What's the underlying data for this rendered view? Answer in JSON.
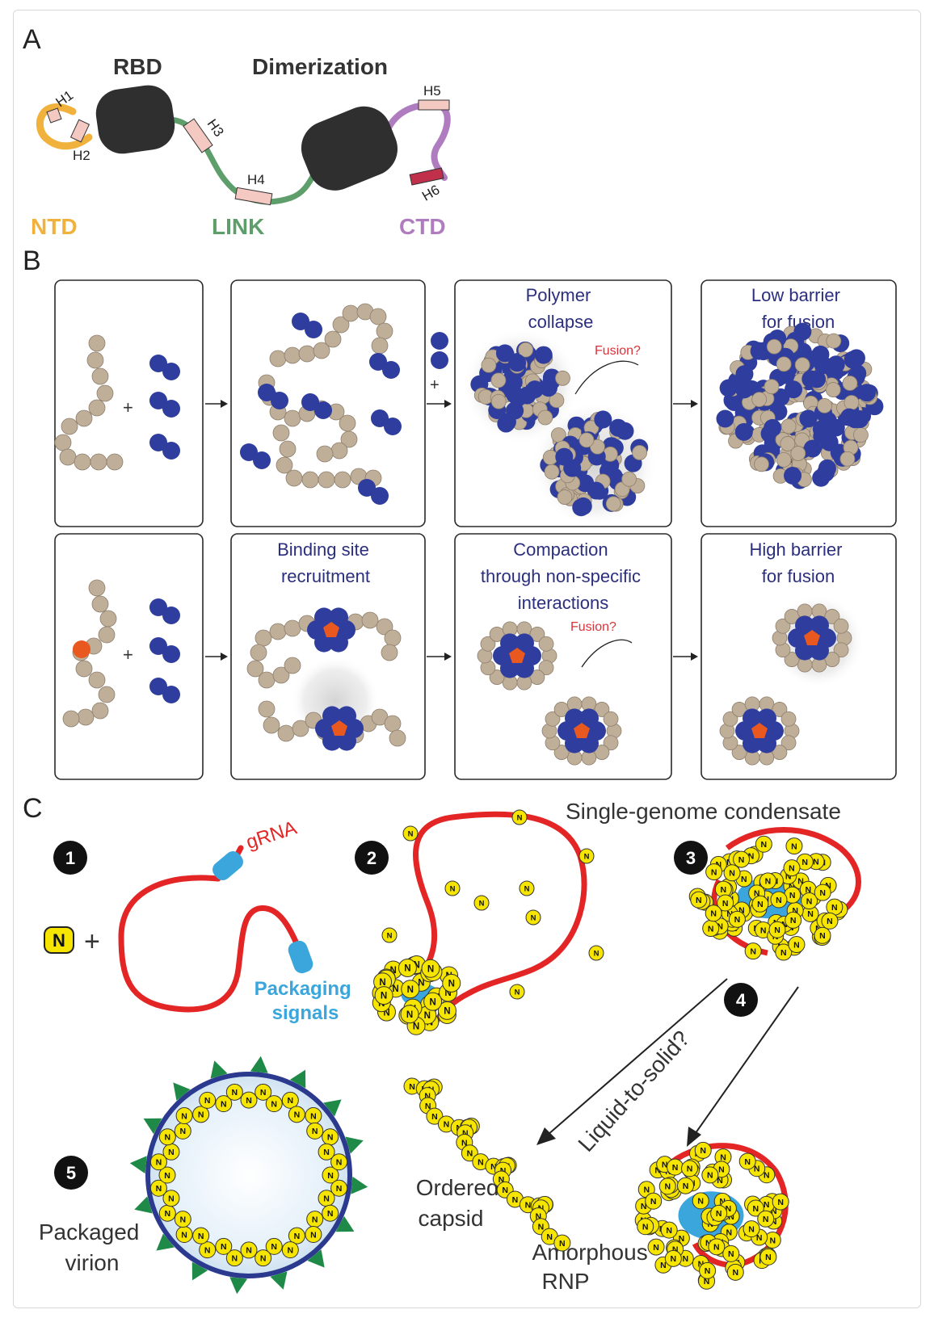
{
  "panels": {
    "a": "A",
    "b": "B",
    "c": "C"
  },
  "panel_a": {
    "domains": {
      "rbd": "RBD",
      "dimerization": "Dimerization"
    },
    "helices": {
      "h1": "H1",
      "h2": "H2",
      "h3": "H3",
      "h4": "H4",
      "h5": "H5",
      "h6": "H6"
    },
    "regions": {
      "ntd": "NTD",
      "link": "LINK",
      "ctd": "CTD"
    },
    "colors": {
      "ntd": "#f0b23c",
      "link": "#5e9e6b",
      "ctd": "#b07cc0",
      "domain": "#2f2f2f",
      "helix_fill": "#f3c9c2",
      "h6": "#c0304a"
    }
  },
  "panel_b": {
    "plus": "+",
    "titles": {
      "polymer_collapse": [
        "Polymer",
        "collapse"
      ],
      "low_barrier": [
        "Low barrier",
        "for fusion"
      ],
      "binding_site": [
        "Binding site",
        "recruitment"
      ],
      "compaction": [
        "Compaction",
        "through non-specific",
        "interactions"
      ],
      "high_barrier": [
        "High barrier",
        "for fusion"
      ]
    },
    "fusion_question": "Fusion?",
    "colors": {
      "bead": "#bfae98",
      "protein": "#2f3e9e",
      "site": "#e8581f",
      "title": "#2b2f7d",
      "fusion": "#d9333a"
    }
  },
  "panel_c": {
    "steps": [
      "1",
      "2",
      "3",
      "4",
      "5"
    ],
    "n_label": "N",
    "plus": "+",
    "grna": "gRNA",
    "packaging_signals": [
      "Packaging",
      "signals"
    ],
    "single_genome": "Single-genome condensate",
    "liquid_to_solid": "Liquid-to-solid?",
    "ordered_capsid": [
      "Ordered",
      "capsid"
    ],
    "amorphous_rnp": [
      "Amorphous",
      "RNP"
    ],
    "packaged_virion": [
      "Packaged",
      "virion"
    ],
    "colors": {
      "rna": "#e32526",
      "signal": "#3aa6dc",
      "n_fill": "#f6e500",
      "spike": "#1f8a47",
      "membrane": "#2b3a8f"
    }
  }
}
